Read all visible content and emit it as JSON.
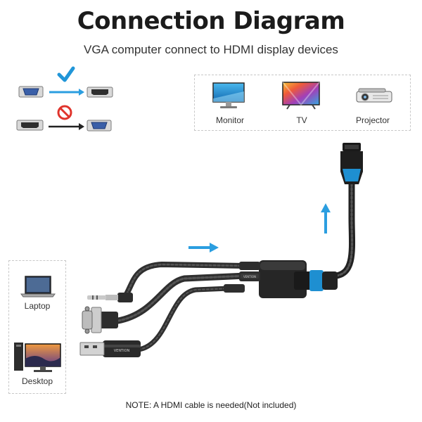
{
  "title": "Connection Diagram",
  "subtitle": "VGA computer connect to HDMI display devices",
  "direction_rules": [
    {
      "from": "VGA",
      "to": "HDMI",
      "status": "allowed",
      "icon": "check-icon",
      "color": "#2196d8"
    },
    {
      "from": "HDMI",
      "to": "VGA",
      "status": "not-allowed",
      "icon": "prohibited-icon",
      "color": "#e0342c"
    }
  ],
  "displays": [
    {
      "label": "Monitor",
      "icon": "monitor-icon"
    },
    {
      "label": "TV",
      "icon": "tv-icon"
    },
    {
      "label": "Projector",
      "icon": "projector-icon"
    }
  ],
  "sources": [
    {
      "label": "Laptop",
      "icon": "laptop-icon"
    },
    {
      "label": "Desktop",
      "icon": "desktop-icon"
    }
  ],
  "cable": {
    "connectors": [
      "3.5mm audio",
      "VGA",
      "USB"
    ],
    "output": "HDMI",
    "brand": "VENTION"
  },
  "note": "NOTE: A HDMI cable is needed(Not included)",
  "colors": {
    "accent": "#2b9ee0",
    "cable": "#2f2f2f",
    "connector_blue": "#1e8fd1"
  }
}
